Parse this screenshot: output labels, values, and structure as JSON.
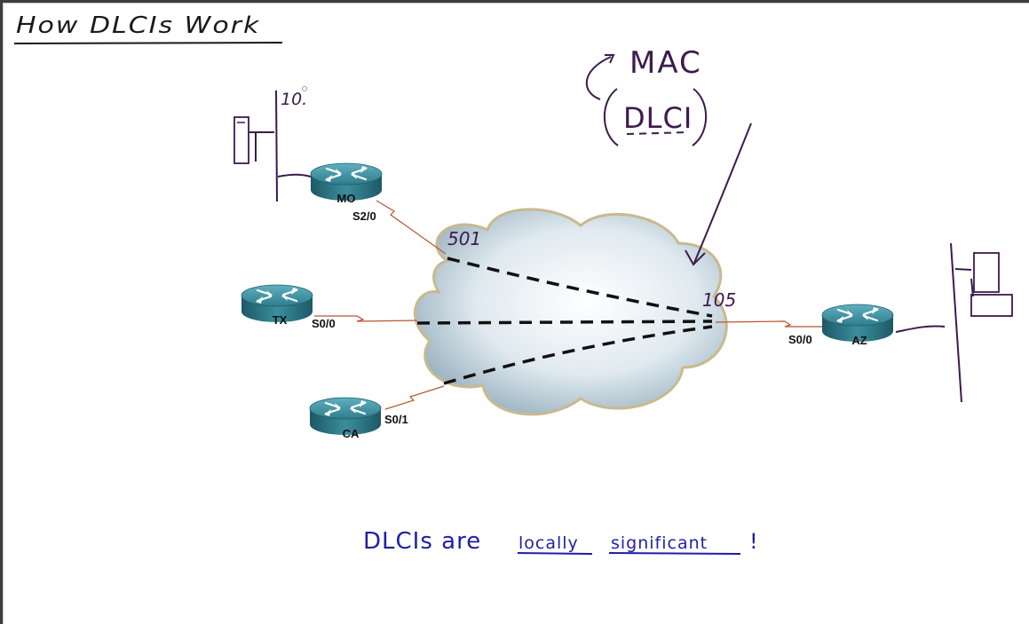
{
  "title": "How DLCIs Work",
  "annotations": {
    "ip_fragment": "10.",
    "mac": "MAC",
    "dlci": "DLCI",
    "dlci_501": "501",
    "dlci_105": "105"
  },
  "routers": {
    "mo": "MO",
    "tx": "TX",
    "ca": "CA",
    "az": "AZ"
  },
  "ports": {
    "mo": "S2/0",
    "tx": "S0/0",
    "ca": "S0/1",
    "az": "S0/0"
  },
  "footer": {
    "part1": "DLCIs are",
    "part2": "locally",
    "part3": "significant",
    "punct": "!"
  },
  "colors": {
    "marker_black": "#1a1a1a",
    "marker_purple": "#3d1a4d",
    "marker_blue": "#1f1fa8",
    "serial_link": "#b8562e",
    "router_teal": "#2f7c8c"
  }
}
